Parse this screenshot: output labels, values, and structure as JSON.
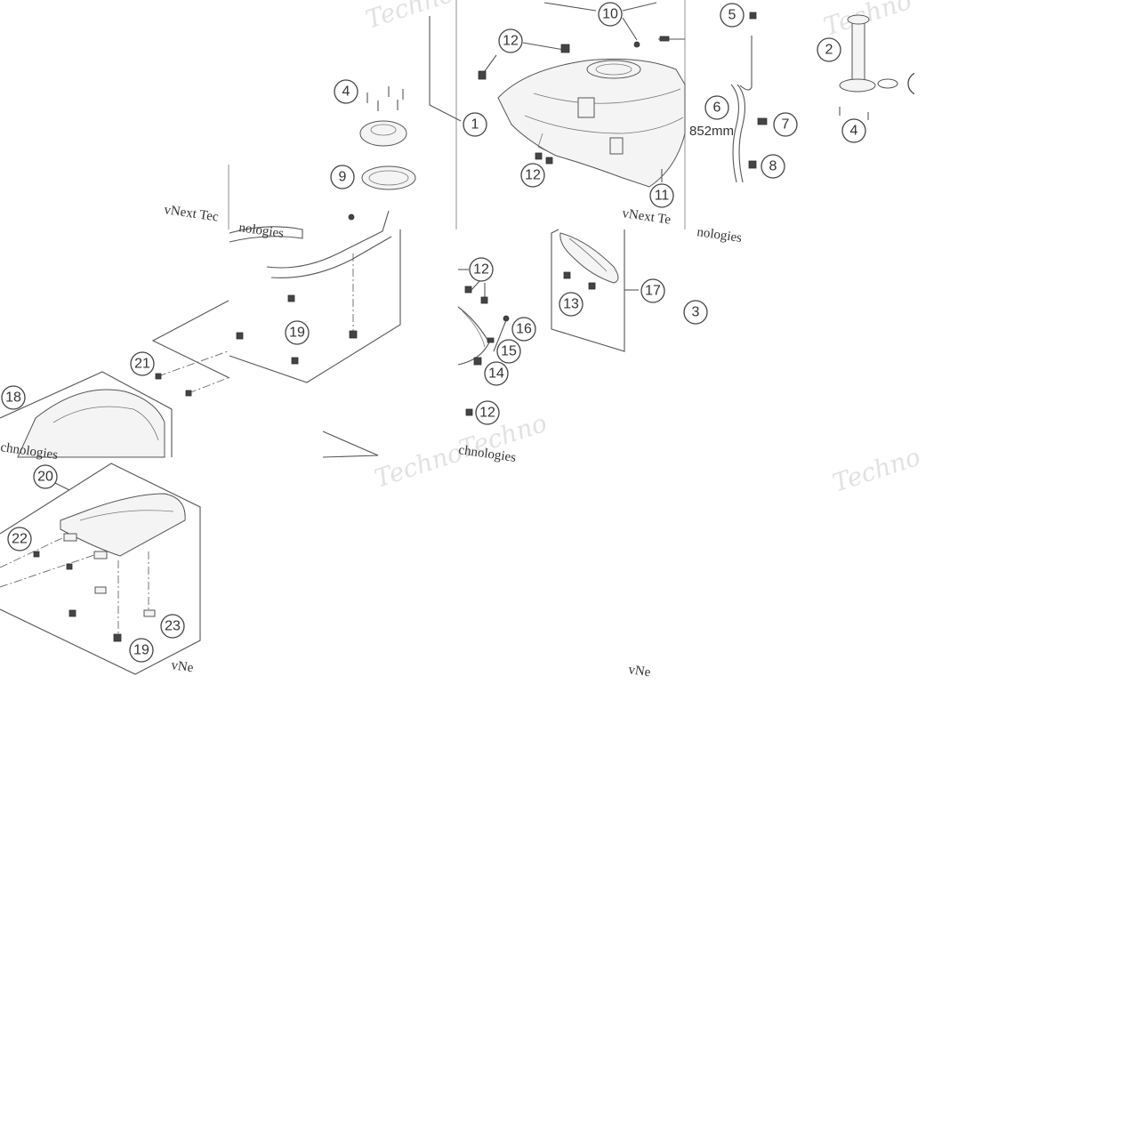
{
  "callouts": [
    {
      "id": "c1",
      "label": "1"
    },
    {
      "id": "c2",
      "label": "2"
    },
    {
      "id": "c3",
      "label": "3"
    },
    {
      "id": "c4a",
      "label": "4"
    },
    {
      "id": "c4b",
      "label": "4"
    },
    {
      "id": "c5",
      "label": "5"
    },
    {
      "id": "c6",
      "label": "6"
    },
    {
      "id": "c7",
      "label": "7"
    },
    {
      "id": "c8",
      "label": "8"
    },
    {
      "id": "c9",
      "label": "9"
    },
    {
      "id": "c10",
      "label": "10"
    },
    {
      "id": "c11",
      "label": "11"
    },
    {
      "id": "c12a",
      "label": "12"
    },
    {
      "id": "c12b",
      "label": "12"
    },
    {
      "id": "c12c",
      "label": "12"
    },
    {
      "id": "c12d",
      "label": "12"
    },
    {
      "id": "c13",
      "label": "13"
    },
    {
      "id": "c14",
      "label": "14"
    },
    {
      "id": "c15",
      "label": "15"
    },
    {
      "id": "c16",
      "label": "16"
    },
    {
      "id": "c17",
      "label": "17"
    },
    {
      "id": "c18",
      "label": "18"
    },
    {
      "id": "c19a",
      "label": "19"
    },
    {
      "id": "c19b",
      "label": "19"
    },
    {
      "id": "c20",
      "label": "20"
    },
    {
      "id": "c21",
      "label": "21"
    },
    {
      "id": "c22",
      "label": "22"
    },
    {
      "id": "c23",
      "label": "23"
    }
  ],
  "dimension": "852mm",
  "watermarks": {
    "tech": "Techno",
    "vnext_1": "vNext Tec",
    "vnext_2": "vNext Te",
    "nologies_1": "nologies",
    "nologies_2": "nologies",
    "nologies_3": "chnologies",
    "nologies_4": "chnologies",
    "vne_1": "vNe",
    "vne_2": "vNe"
  }
}
